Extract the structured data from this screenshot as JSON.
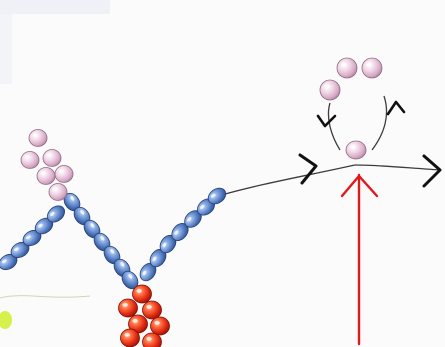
{
  "image": {
    "subject": "beadwork-stitch-diagram",
    "text": "",
    "colors": {
      "background": "#fbfbfb",
      "blue_bead": "#4a72b8",
      "blue_bead_light": "#9cbbe9",
      "pink_bead": "#d6a9c6",
      "pink_bead_light": "#f3dbe9",
      "red_bead": "#d9230e",
      "red_bead_light": "#ff8a63",
      "thread": "#3d3d3d",
      "direction_arrow": "#111111",
      "pointer_arrow": "#e01919",
      "thread_tail": "#cfe86a"
    },
    "icons": [
      "direction-arrowhead",
      "pointer-arrow"
    ]
  }
}
